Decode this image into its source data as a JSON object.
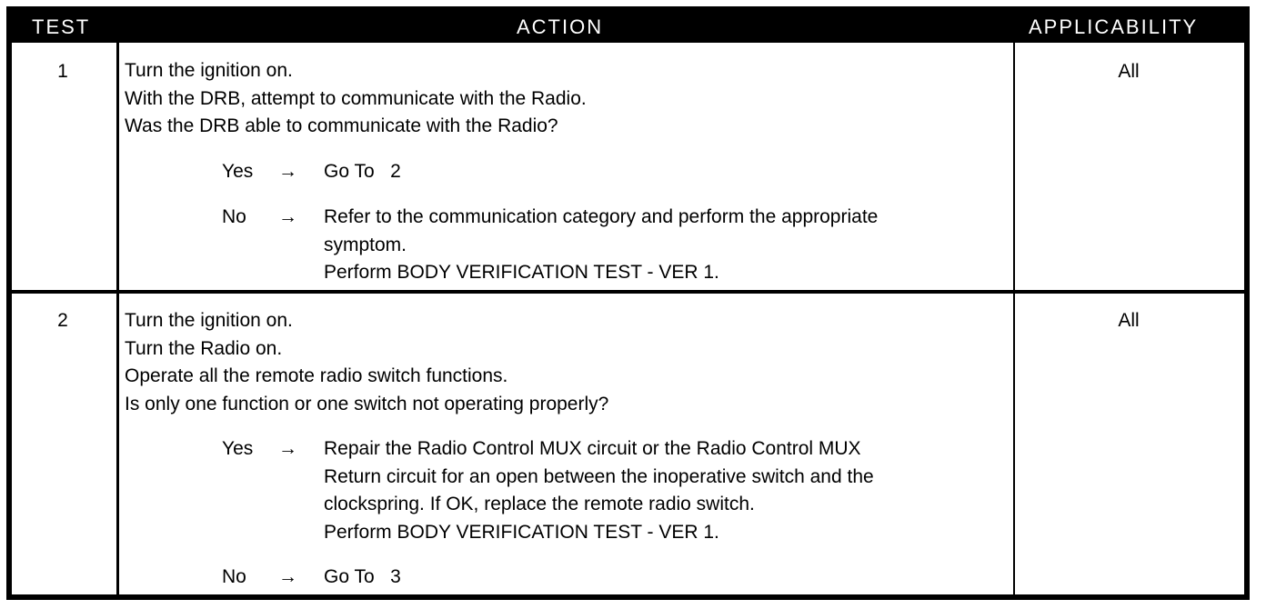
{
  "header": {
    "test": "TEST",
    "action": "ACTION",
    "applicability": "APPLICABILITY"
  },
  "rows": [
    {
      "test": "1",
      "applicability": "All",
      "action_lines": [
        "Turn the ignition on.",
        "With the DRB, attempt to communicate with the Radio.",
        "Was the DRB able to communicate with the Radio?"
      ],
      "responses": [
        {
          "answer": "Yes",
          "arrow": "→",
          "lines": [
            "Go To   2"
          ]
        },
        {
          "answer": "No",
          "arrow": "→",
          "lines": [
            "Refer to the communication category and perform the appropriate",
            "symptom.",
            "Perform BODY VERIFICATION TEST - VER 1."
          ]
        }
      ]
    },
    {
      "test": "2",
      "applicability": "All",
      "action_lines": [
        "Turn the ignition on.",
        "Turn the Radio on.",
        "Operate all the remote radio switch functions.",
        "Is only one function or one switch not operating properly?"
      ],
      "responses": [
        {
          "answer": "Yes",
          "arrow": "→",
          "lines": [
            "Repair the Radio Control MUX circuit or the Radio Control MUX",
            "Return circuit for an open between the inoperative switch and the",
            "clockspring. If OK, replace the remote radio switch.",
            "Perform BODY VERIFICATION TEST - VER 1."
          ]
        },
        {
          "answer": "No",
          "arrow": "→",
          "lines": [
            "Go To   3"
          ]
        }
      ]
    }
  ]
}
